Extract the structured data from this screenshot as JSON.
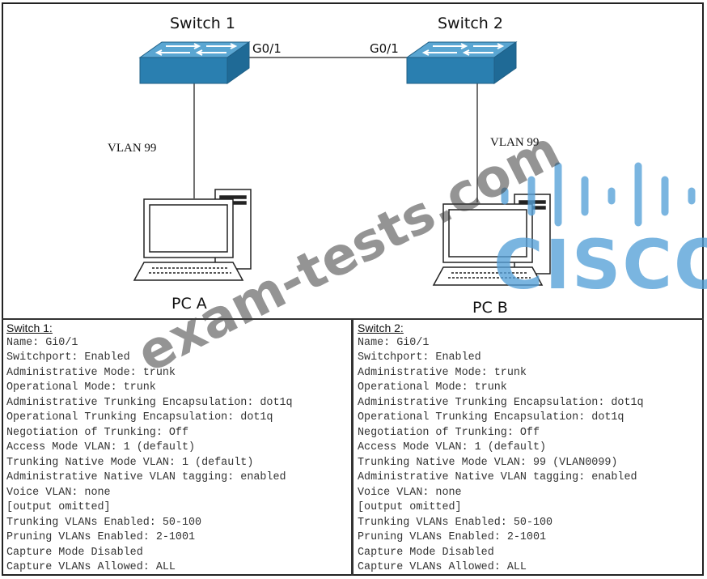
{
  "topology": {
    "switch1": {
      "title": "Switch 1",
      "port": "G0/1",
      "vlan": "VLAN 99"
    },
    "switch2": {
      "title": "Switch 2",
      "port": "G0/1",
      "vlan": "VLAN 99"
    },
    "pc_a": {
      "label": "PC A"
    },
    "pc_b": {
      "label": "PC B"
    }
  },
  "switch1_config": {
    "title": "Switch 1",
    "lines": [
      "Name: Gi0/1",
      "Switchport: Enabled",
      "Administrative Mode: trunk",
      "Operational Mode: trunk",
      "Administrative Trunking Encapsulation: dot1q",
      "Operational Trunking Encapsulation: dot1q",
      "Negotiation of Trunking: Off",
      "Access Mode VLAN: 1 (default)",
      "Trunking Native Mode VLAN: 1 (default)",
      "Administrative Native VLAN tagging: enabled",
      "Voice VLAN: none",
      "[output omitted]",
      "Trunking VLANs Enabled: 50-100",
      "Pruning VLANs Enabled: 2-1001",
      "Capture Mode Disabled",
      "Capture VLANs Allowed: ALL"
    ]
  },
  "switch2_config": {
    "title": "Switch 2",
    "lines": [
      "Name: Gi0/1",
      "Switchport: Enabled",
      "Administrative Mode: trunk",
      "Operational Mode: trunk",
      "Administrative Trunking Encapsulation: dot1q",
      "Operational Trunking Encapsulation: dot1q",
      "Negotiation of Trunking: Off",
      "Access Mode VLAN: 1 (default)",
      "Trunking Native Mode VLAN: 99 (VLAN0099)",
      "Administrative Native VLAN tagging: enabled",
      "Voice VLAN: none",
      "[output omitted]",
      "Trunking VLANs Enabled: 50-100",
      "Pruning VLANs Enabled: 2-1001",
      "Capture Mode Disabled",
      "Capture VLANs Allowed: ALL"
    ]
  },
  "watermark": "exam-tests.com",
  "logo": {
    "text": "CISCO",
    "color": "#55a0d7"
  },
  "colors": {
    "switch_blue": "#2a7fb0",
    "switch_top": "#5aa6d2"
  }
}
